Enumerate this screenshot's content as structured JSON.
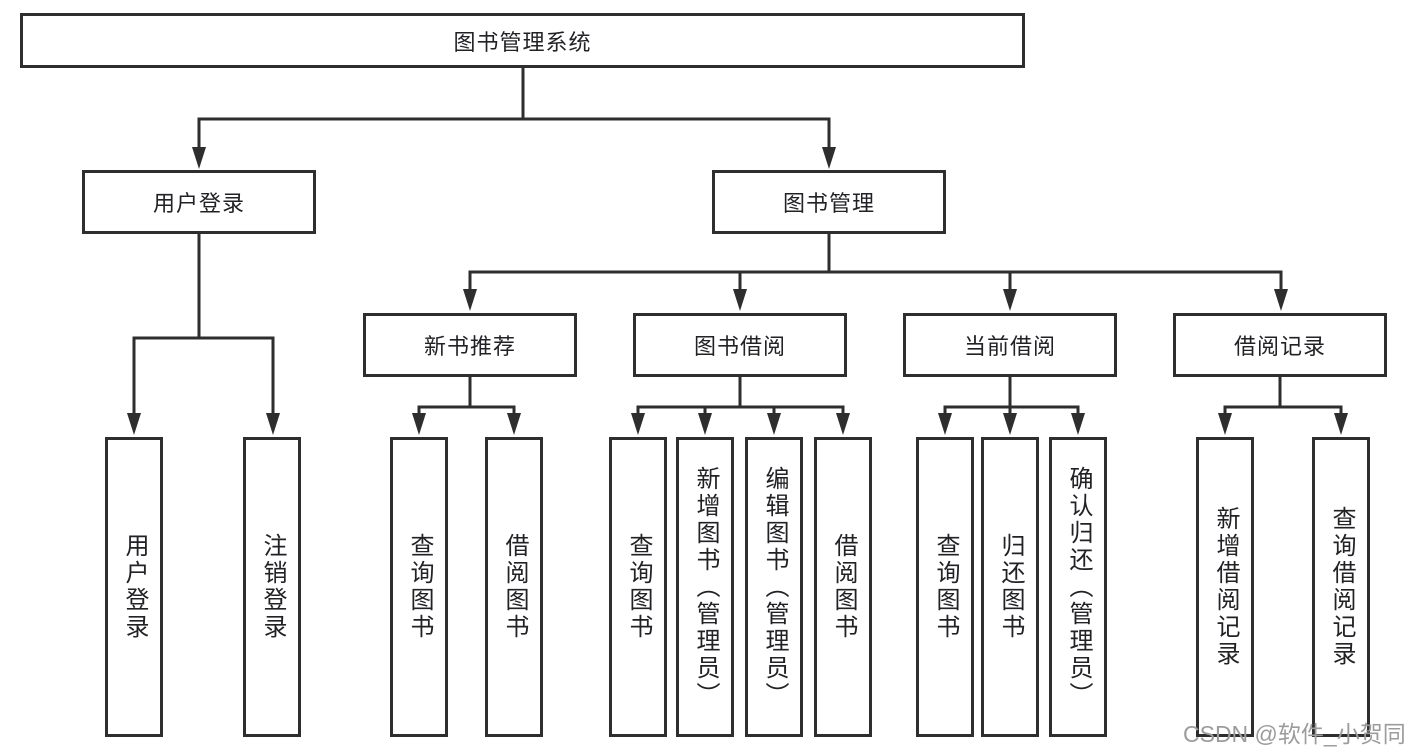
{
  "nodes": {
    "root": "图书管理系统",
    "user_login": "用户登录",
    "book_mgmt": "图书管理",
    "new_book": "新书推荐",
    "borrow": "图书借阅",
    "current": "当前借阅",
    "records": "借阅记录"
  },
  "leaves": {
    "g1": [
      "用户登录",
      "注销登录"
    ],
    "g2": [
      "查询图书",
      "借阅图书"
    ],
    "g3": [
      "查询图书",
      "新增图书（管理员）",
      "编辑图书（管理员）",
      "借阅图书"
    ],
    "g4": [
      "查询图书",
      "归还图书",
      "确认归还（管理员）"
    ],
    "g5": [
      "新增借阅记录",
      "查询借阅记录"
    ]
  },
  "watermark": "CSDN @软件_小贺同学",
  "colors": {
    "border": "#2e2e2e",
    "line": "#2e2e2e",
    "background": "#ffffff",
    "watermark_text": "#9c9c9c"
  }
}
